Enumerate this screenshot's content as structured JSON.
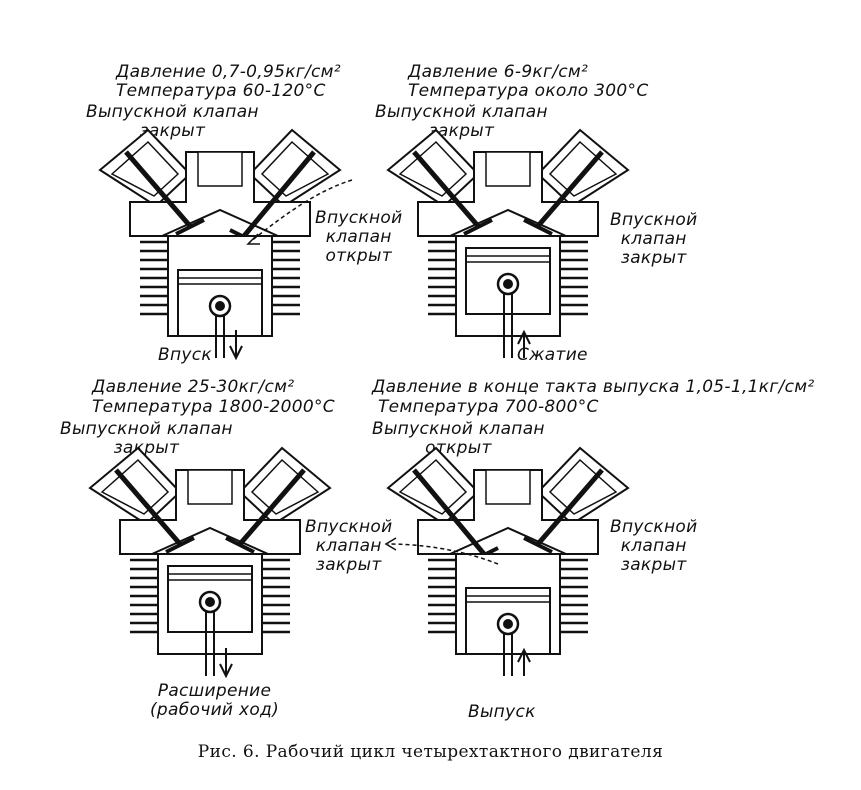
{
  "stages": [
    {
      "name": "Впуск",
      "pressure": "Давление 0,7-0,95кг/см²",
      "temperature": "Температура 60-120°С",
      "exhaust_valve": [
        "Выпускной клапан",
        "закрыт"
      ],
      "intake_valve": [
        "Впускной",
        "клапан",
        "открыт"
      ]
    },
    {
      "name": "Сжатие",
      "pressure": "Давление 6-9кг/см²",
      "temperature": "Температура около 300°С",
      "exhaust_valve": [
        "Выпускной клапан",
        "закрыт"
      ],
      "intake_valve": [
        "Впускной",
        "клапан",
        "закрыт"
      ]
    },
    {
      "name": [
        "Расширение",
        "(рабочий ход)"
      ],
      "pressure": "Давление 25-30кг/см²",
      "temperature": "Температура 1800-2000°С",
      "exhaust_valve": [
        "Выпускной клапан",
        "закрыт"
      ],
      "intake_valve": [
        "Впускной",
        "клапан",
        "закрыт"
      ]
    },
    {
      "name": "Выпуск",
      "pressure": "Давление в конце такта выпуска 1,05-1,1кг/см²",
      "temperature": "Температура 700-800°С",
      "exhaust_valve": [
        "Выпускной клапан",
        "открыт"
      ],
      "intake_valve": [
        "Впускной",
        "клапан",
        "закрыт"
      ]
    }
  ],
  "caption": "Рис. 6. Рабочий цикл четырехтактного двигателя"
}
